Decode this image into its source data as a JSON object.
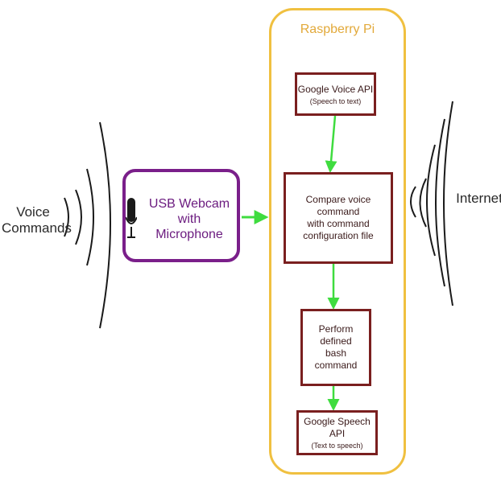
{
  "voice_label": [
    "Voice",
    "Commands"
  ],
  "webcam_label": [
    "USB Webcam with",
    "Microphone"
  ],
  "pi_title": "Raspberry Pi",
  "steps": [
    {
      "main": [
        "Google Voice API"
      ],
      "sub": "(Speech to text)"
    },
    {
      "main": [
        "Compare voice command",
        "with command",
        "configuration file"
      ],
      "sub": ""
    },
    {
      "main": [
        "Perform defined",
        "bash command"
      ],
      "sub": ""
    },
    {
      "main": [
        "Google Speech API"
      ],
      "sub": "(Text to speech)"
    }
  ],
  "internet_label": "Internet",
  "icons": [
    "microphone-icon",
    "sound-wave-icon",
    "arrow-icon"
  ],
  "colors": {
    "webcam_border": "#7a1f8a",
    "pi_border": "#f0c040",
    "step_border": "#7a1f1f",
    "arrow": "#3fdc3f",
    "waves": "#1a1a1a"
  }
}
